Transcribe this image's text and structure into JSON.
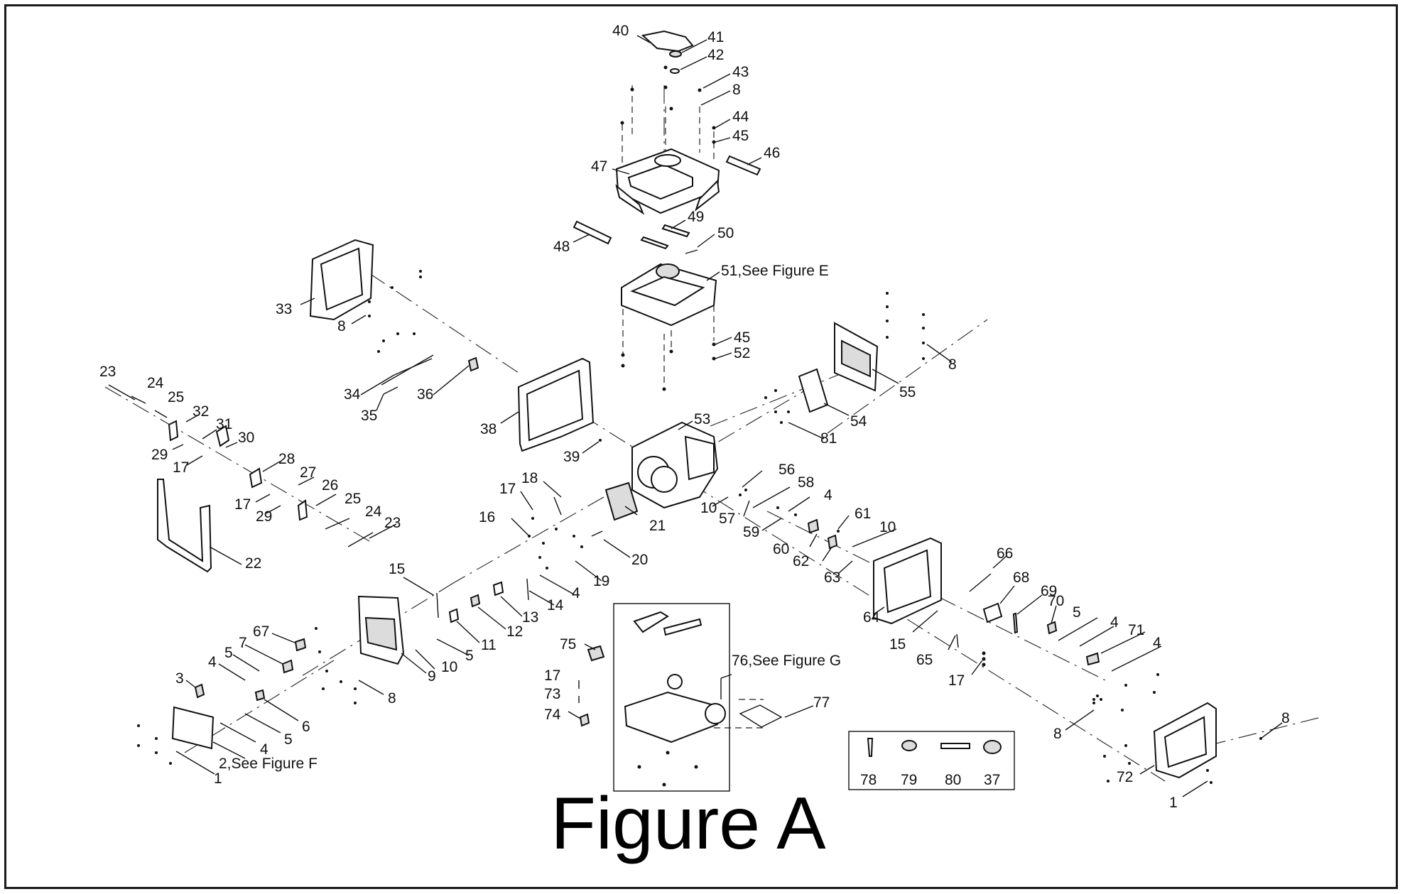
{
  "figure_title": "Figure A",
  "callouts": [
    {
      "id": "c40",
      "text": "40"
    },
    {
      "id": "c41",
      "text": "41"
    },
    {
      "id": "c42",
      "text": "42"
    },
    {
      "id": "c43",
      "text": "43"
    },
    {
      "id": "c8a",
      "text": "8"
    },
    {
      "id": "c44",
      "text": "44"
    },
    {
      "id": "c45a",
      "text": "45"
    },
    {
      "id": "c46",
      "text": "46"
    },
    {
      "id": "c47",
      "text": "47"
    },
    {
      "id": "c48",
      "text": "48"
    },
    {
      "id": "c49",
      "text": "49"
    },
    {
      "id": "c50",
      "text": "50"
    },
    {
      "id": "c51",
      "text": "51,See Figure E"
    },
    {
      "id": "c33",
      "text": "33"
    },
    {
      "id": "c8b",
      "text": "8"
    },
    {
      "id": "c45b",
      "text": "45"
    },
    {
      "id": "c52",
      "text": "52"
    },
    {
      "id": "c8c",
      "text": "8"
    },
    {
      "id": "c55",
      "text": "55"
    },
    {
      "id": "c54",
      "text": "54"
    },
    {
      "id": "c81",
      "text": "81"
    },
    {
      "id": "c53",
      "text": "53"
    },
    {
      "id": "c34",
      "text": "34"
    },
    {
      "id": "c35",
      "text": "35"
    },
    {
      "id": "c36",
      "text": "36"
    },
    {
      "id": "c38",
      "text": "38"
    },
    {
      "id": "c39",
      "text": "39"
    },
    {
      "id": "c23a",
      "text": "23"
    },
    {
      "id": "c24a",
      "text": "24"
    },
    {
      "id": "c25a",
      "text": "25"
    },
    {
      "id": "c32",
      "text": "32"
    },
    {
      "id": "c31",
      "text": "31"
    },
    {
      "id": "c30",
      "text": "30"
    },
    {
      "id": "c29a",
      "text": "29"
    },
    {
      "id": "c17a",
      "text": "17"
    },
    {
      "id": "c28",
      "text": "28"
    },
    {
      "id": "c27",
      "text": "27"
    },
    {
      "id": "c26",
      "text": "26"
    },
    {
      "id": "c17b",
      "text": "17"
    },
    {
      "id": "c29b",
      "text": "29"
    },
    {
      "id": "c25b",
      "text": "25"
    },
    {
      "id": "c24b",
      "text": "24"
    },
    {
      "id": "c23b",
      "text": "23"
    },
    {
      "id": "c22",
      "text": "22"
    },
    {
      "id": "c18",
      "text": "18"
    },
    {
      "id": "c17c",
      "text": "17"
    },
    {
      "id": "c16",
      "text": "16"
    },
    {
      "id": "c21",
      "text": "21"
    },
    {
      "id": "c20",
      "text": "20"
    },
    {
      "id": "c19",
      "text": "19"
    },
    {
      "id": "c56",
      "text": "56"
    },
    {
      "id": "c58",
      "text": "58"
    },
    {
      "id": "c10a",
      "text": "10"
    },
    {
      "id": "c57",
      "text": "57"
    },
    {
      "id": "c4a",
      "text": "4"
    },
    {
      "id": "c59",
      "text": "59"
    },
    {
      "id": "c61",
      "text": "61"
    },
    {
      "id": "c10b",
      "text": "10"
    },
    {
      "id": "c60",
      "text": "60"
    },
    {
      "id": "c62",
      "text": "62"
    },
    {
      "id": "c63",
      "text": "63"
    },
    {
      "id": "c66",
      "text": "66"
    },
    {
      "id": "c15a",
      "text": "15"
    },
    {
      "id": "c4b",
      "text": "4"
    },
    {
      "id": "c14",
      "text": "14"
    },
    {
      "id": "c13",
      "text": "13"
    },
    {
      "id": "c12",
      "text": "12"
    },
    {
      "id": "c11",
      "text": "11"
    },
    {
      "id": "c5a",
      "text": "5"
    },
    {
      "id": "c10c",
      "text": "10"
    },
    {
      "id": "c9",
      "text": "9"
    },
    {
      "id": "c68",
      "text": "68"
    },
    {
      "id": "c69",
      "text": "69"
    },
    {
      "id": "c64",
      "text": "64"
    },
    {
      "id": "c70",
      "text": "70"
    },
    {
      "id": "c5b",
      "text": "5"
    },
    {
      "id": "c4c",
      "text": "4"
    },
    {
      "id": "c71",
      "text": "71"
    },
    {
      "id": "c4d",
      "text": "4"
    },
    {
      "id": "c15b",
      "text": "15"
    },
    {
      "id": "c65",
      "text": "65"
    },
    {
      "id": "c17d",
      "text": "17"
    },
    {
      "id": "c67",
      "text": "67"
    },
    {
      "id": "c7",
      "text": "7"
    },
    {
      "id": "c5c",
      "text": "5"
    },
    {
      "id": "c4e",
      "text": "4"
    },
    {
      "id": "c3",
      "text": "3"
    },
    {
      "id": "c8d",
      "text": "8"
    },
    {
      "id": "c6",
      "text": "6"
    },
    {
      "id": "c5d",
      "text": "5"
    },
    {
      "id": "c4f",
      "text": "4"
    },
    {
      "id": "c2",
      "text": "2,See Figure F"
    },
    {
      "id": "c1a",
      "text": "1"
    },
    {
      "id": "c75",
      "text": "75"
    },
    {
      "id": "c76",
      "text": "76,See Figure G"
    },
    {
      "id": "c17e",
      "text": "17"
    },
    {
      "id": "c73",
      "text": "73"
    },
    {
      "id": "c74",
      "text": "74"
    },
    {
      "id": "c77",
      "text": "77"
    },
    {
      "id": "c78",
      "text": "78"
    },
    {
      "id": "c79",
      "text": "79"
    },
    {
      "id": "c80",
      "text": "80"
    },
    {
      "id": "c37",
      "text": "37"
    },
    {
      "id": "c8e",
      "text": "8"
    },
    {
      "id": "c8f",
      "text": "8"
    },
    {
      "id": "c72",
      "text": "72"
    },
    {
      "id": "c1b",
      "text": "1"
    }
  ]
}
